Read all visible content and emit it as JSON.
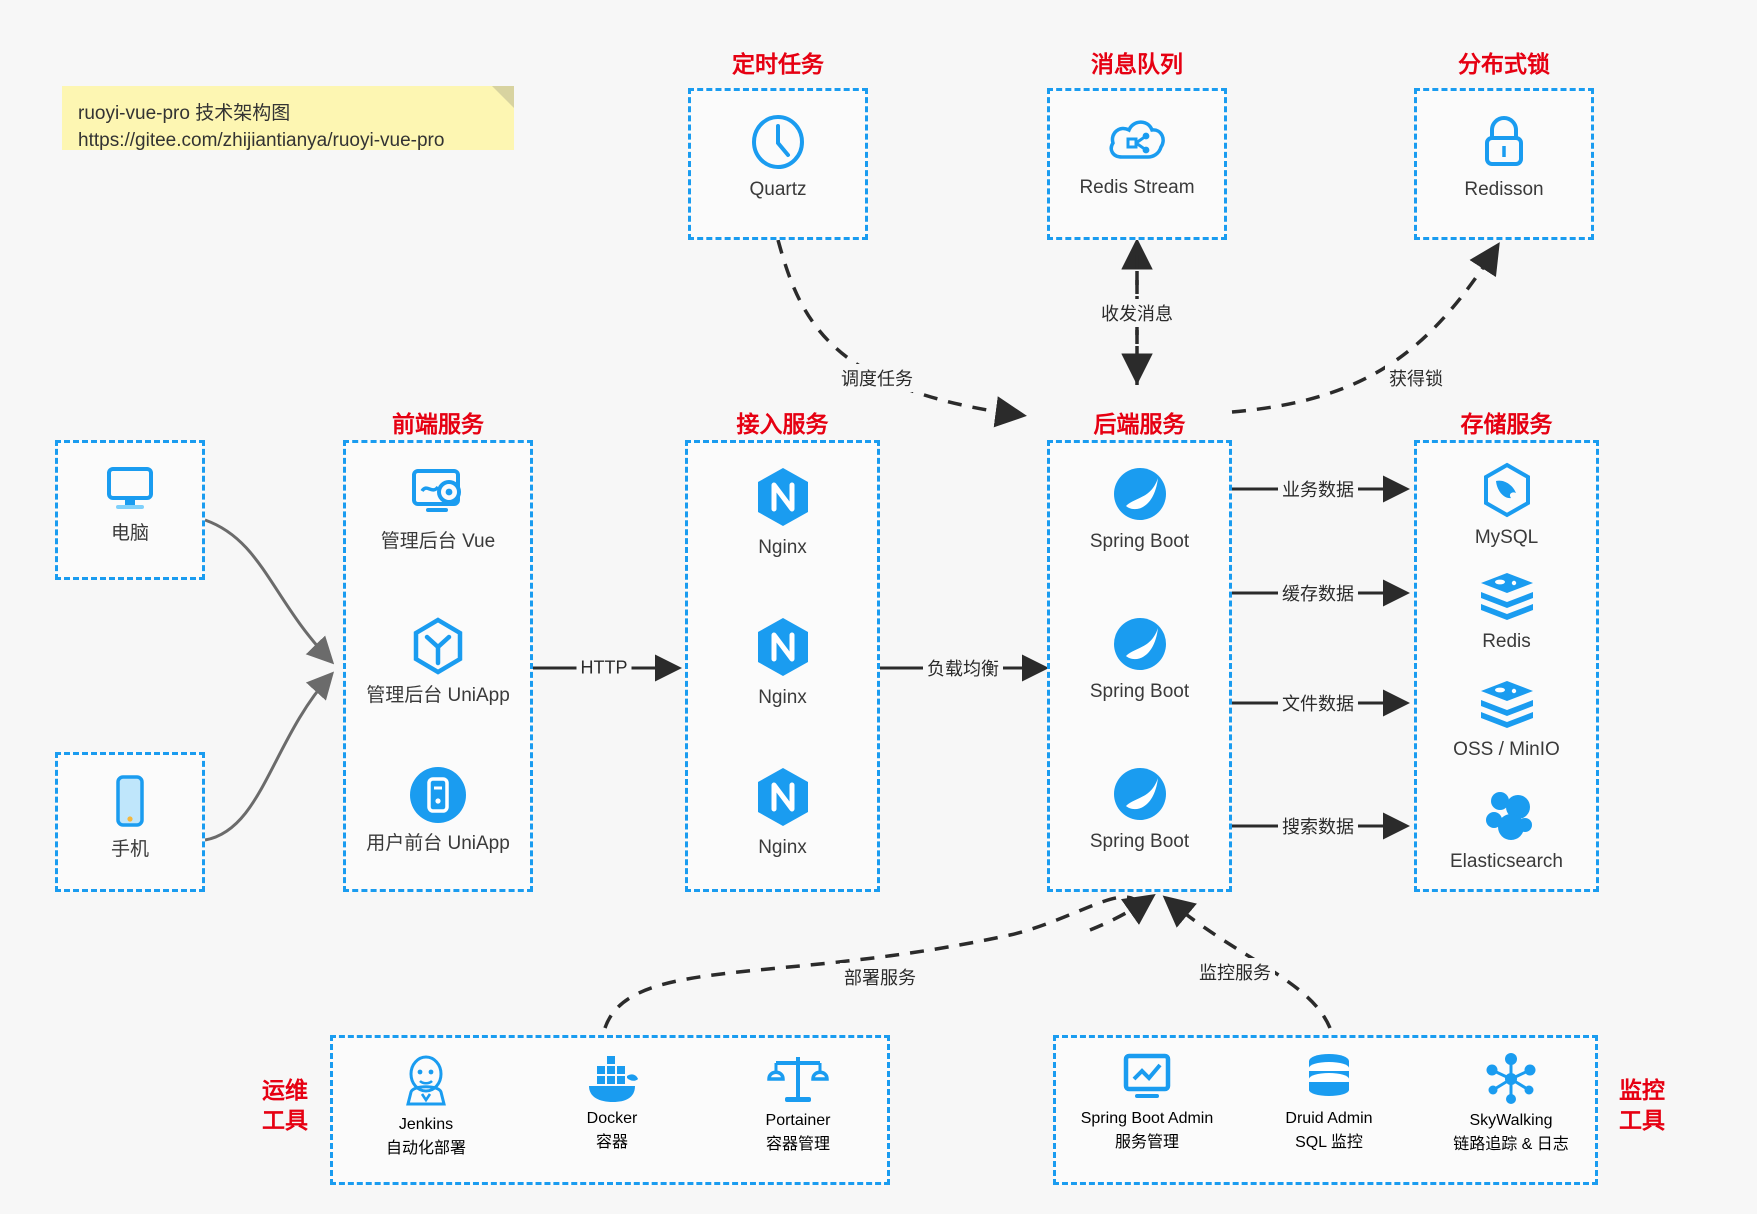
{
  "note": {
    "line1": "ruoyi-vue-pro 技术架构图",
    "line2": "https://gitee.com/zhijiantianya/ruoyi-vue-pro"
  },
  "colors": {
    "accent_blue": "#1a9cf0",
    "heading_red": "#e60012",
    "note_bg": "#fdf6b2",
    "page_bg": "#f7f7f7",
    "wire_dark": "#2b2b2b",
    "wire_grey": "#6b6b6b"
  },
  "sections": {
    "scheduled_task": {
      "title": "定时任务",
      "nodes": [
        {
          "label": "Quartz",
          "icon": "clock-icon"
        }
      ]
    },
    "message_queue": {
      "title": "消息队列",
      "nodes": [
        {
          "label": "Redis Stream",
          "icon": "cloud-stream-icon"
        }
      ]
    },
    "distributed_lock": {
      "title": "分布式锁",
      "nodes": [
        {
          "label": "Redisson",
          "icon": "lock-icon"
        }
      ]
    },
    "clients": {
      "nodes": [
        {
          "label": "电脑",
          "icon": "desktop-icon"
        },
        {
          "label": "手机",
          "icon": "mobile-icon"
        }
      ]
    },
    "frontend": {
      "title": "前端服务",
      "nodes": [
        {
          "label": "管理后台 Vue",
          "icon": "dashboard-gear-icon"
        },
        {
          "label": "管理后台 UniApp",
          "icon": "cube-icon"
        },
        {
          "label": "用户前台 UniApp",
          "icon": "app-circle-icon"
        }
      ]
    },
    "gateway": {
      "title": "接入服务",
      "nodes": [
        {
          "label": "Nginx",
          "icon": "nginx-icon"
        },
        {
          "label": "Nginx",
          "icon": "nginx-icon"
        },
        {
          "label": "Nginx",
          "icon": "nginx-icon"
        }
      ]
    },
    "backend": {
      "title": "后端服务",
      "nodes": [
        {
          "label": "Spring Boot",
          "icon": "spring-icon"
        },
        {
          "label": "Spring Boot",
          "icon": "spring-icon"
        },
        {
          "label": "Spring Boot",
          "icon": "spring-icon"
        }
      ]
    },
    "storage": {
      "title": "存储服务",
      "nodes": [
        {
          "label": "MySQL",
          "icon": "mysql-icon"
        },
        {
          "label": "Redis",
          "icon": "redis-icon"
        },
        {
          "label": "OSS / MinIO",
          "icon": "oss-icon"
        },
        {
          "label": "Elasticsearch",
          "icon": "elasticsearch-icon"
        }
      ]
    },
    "devops": {
      "title": "运维\n工具",
      "title_line1": "运维",
      "title_line2": "工具",
      "nodes": [
        {
          "label": "Jenkins",
          "sub": "自动化部署",
          "icon": "jenkins-icon"
        },
        {
          "label": "Docker",
          "sub": "容器",
          "icon": "docker-icon"
        },
        {
          "label": "Portainer",
          "sub": "容器管理",
          "icon": "scales-icon"
        }
      ]
    },
    "monitoring": {
      "title_line1": "监控",
      "title_line2": "工具",
      "nodes": [
        {
          "label": "Spring Boot Admin",
          "sub": "服务管理",
          "icon": "monitor-chart-icon"
        },
        {
          "label": "Druid Admin",
          "sub": "SQL 监控",
          "icon": "database-icon"
        },
        {
          "label": "SkyWalking",
          "sub": "链路追踪 & 日志",
          "icon": "skywalking-icon"
        }
      ]
    }
  },
  "edges": [
    {
      "id": "http",
      "label": "HTTP",
      "from": "frontend",
      "to": "gateway"
    },
    {
      "id": "load-balance",
      "label": "负载均衡",
      "from": "gateway",
      "to": "backend"
    },
    {
      "id": "schedule-task",
      "label": "调度任务",
      "from": "scheduled_task",
      "to": "backend"
    },
    {
      "id": "send-receive-message",
      "label": "收发消息",
      "from": "backend",
      "to": "message_queue"
    },
    {
      "id": "acquire-lock",
      "label": "获得锁",
      "from": "backend",
      "to": "distributed_lock"
    },
    {
      "id": "business-data",
      "label": "业务数据",
      "from": "backend",
      "to": "storage"
    },
    {
      "id": "cache-data",
      "label": "缓存数据",
      "from": "backend",
      "to": "storage"
    },
    {
      "id": "file-data",
      "label": "文件数据",
      "from": "backend",
      "to": "storage"
    },
    {
      "id": "search-data",
      "label": "搜索数据",
      "from": "backend",
      "to": "storage"
    },
    {
      "id": "deploy-service",
      "label": "部署服务",
      "from": "devops",
      "to": "backend"
    },
    {
      "id": "monitor-service",
      "label": "监控服务",
      "from": "monitoring",
      "to": "backend"
    }
  ]
}
